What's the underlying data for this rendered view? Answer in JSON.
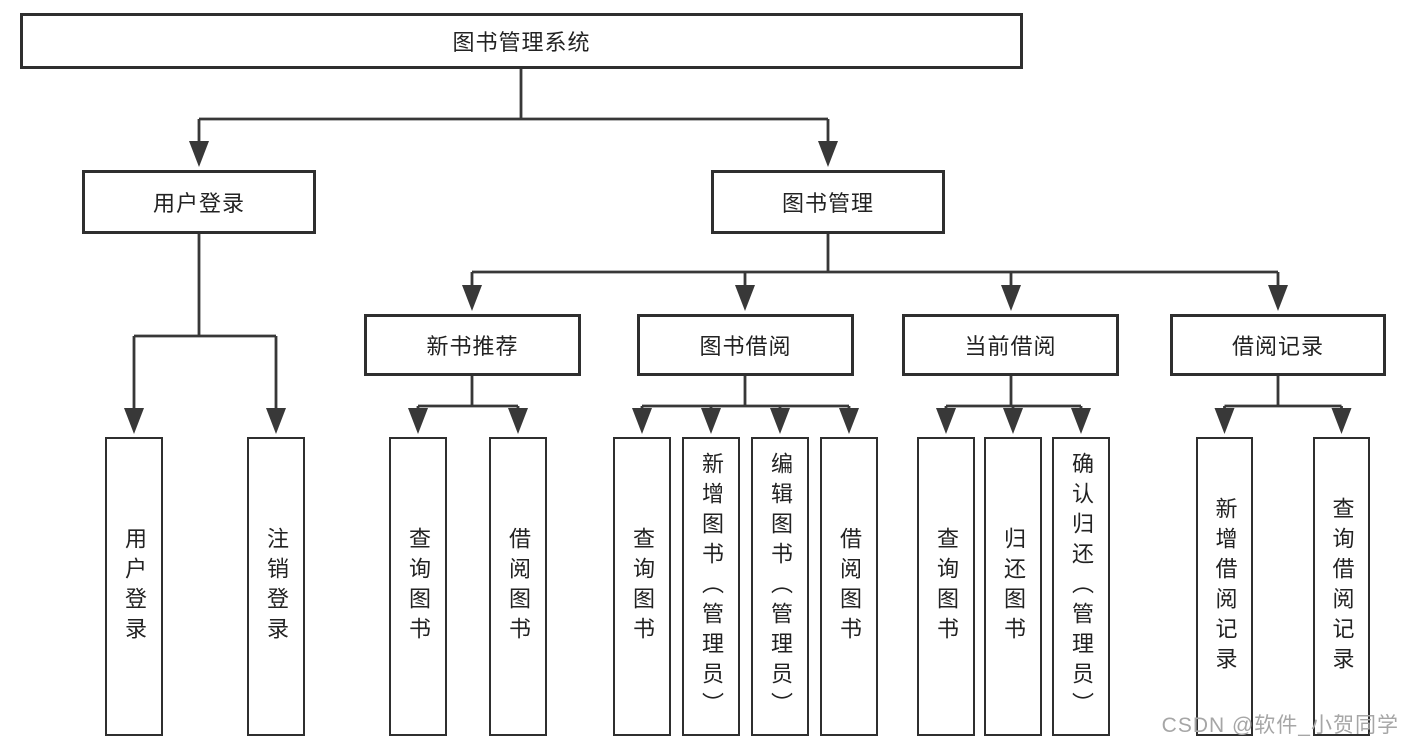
{
  "tree": {
    "label": "图书管理系统",
    "children": [
      {
        "label": "用户登录",
        "children": [
          {
            "label": "用户登录"
          },
          {
            "label": "注销登录"
          }
        ]
      },
      {
        "label": "图书管理",
        "children": [
          {
            "label": "新书推荐",
            "children": [
              {
                "label": "查询图书"
              },
              {
                "label": "借阅图书"
              }
            ]
          },
          {
            "label": "图书借阅",
            "children": [
              {
                "label": "查询图书"
              },
              {
                "label": "新增图书（管理员）"
              },
              {
                "label": "编辑图书（管理员）"
              },
              {
                "label": "借阅图书"
              }
            ]
          },
          {
            "label": "当前借阅",
            "children": [
              {
                "label": "查询图书"
              },
              {
                "label": "归还图书"
              },
              {
                "label": "确认归还（管理员）"
              }
            ]
          },
          {
            "label": "借阅记录",
            "children": [
              {
                "label": "新增借阅记录"
              },
              {
                "label": "查询借阅记录"
              }
            ]
          }
        ]
      }
    ]
  },
  "watermark": {
    "text": "CSDN @软件_小贺同学"
  },
  "colors": {
    "line": "#383838",
    "border": "#2f2f2f",
    "text": "#222222",
    "watermark": "#a6a6a6",
    "bg": "#ffffff"
  }
}
